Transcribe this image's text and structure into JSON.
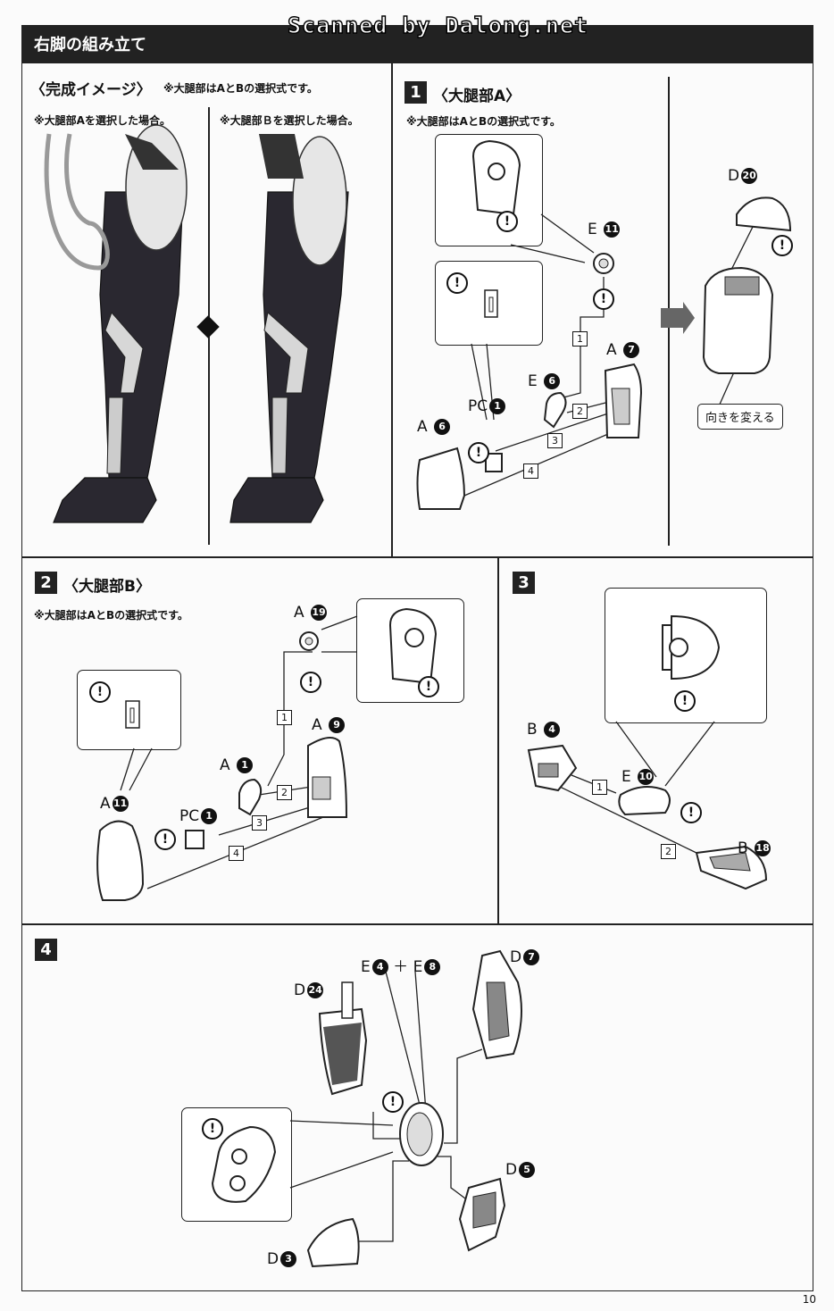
{
  "watermark": "Scanned by Dalong.net",
  "header": {
    "title": "右脚の組み立て"
  },
  "preview": {
    "title": "〈完成イメージ〉",
    "note": "※大腿部はAとBの選択式です。",
    "optA": "※大腿部Aを選択した場合。",
    "optB": "※大腿部Ｂを選択した場合。"
  },
  "step1": {
    "number": "1",
    "title": "〈大腿部A〉",
    "note": "※大腿部はAとBの選択式です。",
    "labels": {
      "e11": "E",
      "e11n": "11",
      "a7": "A",
      "a7n": "7",
      "e6": "E",
      "e6n": "6",
      "pc1": "PC",
      "pc1n": "1",
      "a6": "A",
      "a6n": "6",
      "d20": "D",
      "d20n": "20"
    },
    "note_turn": "向きを変える"
  },
  "step2": {
    "number": "2",
    "title": "〈大腿部B〉",
    "note": "※大腿部はAとBの選択式です。",
    "labels": {
      "a19": "A",
      "a19n": "19",
      "a9": "A",
      "a9n": "9",
      "a1": "A",
      "a1n": "1",
      "pc1": "PC",
      "pc1n": "1",
      "a11": "A",
      "a11n": "11"
    }
  },
  "step3": {
    "number": "3",
    "labels": {
      "b4": "B",
      "b4n": "4",
      "e10": "E",
      "e10n": "10",
      "b18": "B",
      "b18n": "18"
    }
  },
  "step4": {
    "number": "4",
    "labels": {
      "e4": "E",
      "e4n": "4",
      "plus": "＋",
      "e8": "E",
      "e8n": "8",
      "d7": "D",
      "d7n": "7",
      "d24": "D",
      "d24n": "24",
      "d5": "D",
      "d5n": "5",
      "d3": "D",
      "d3n": "3"
    }
  },
  "order_marks": [
    "1",
    "2",
    "3",
    "4"
  ],
  "warning_symbol": "!",
  "page_number": "10"
}
